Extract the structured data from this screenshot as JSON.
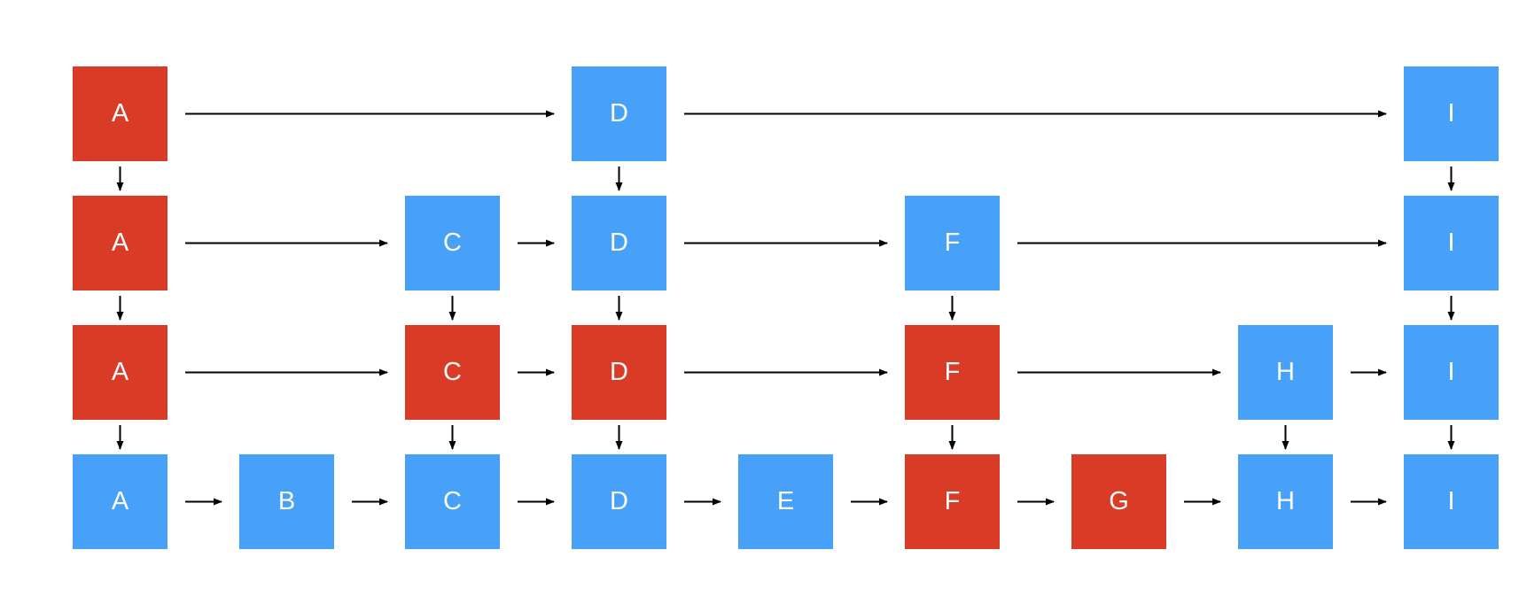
{
  "colors": {
    "red": "#DA3B26",
    "blue": "#47A1F8",
    "arrow": "#000000",
    "background": "#FFFFFF"
  },
  "levels": [
    {
      "nodes": [
        {
          "label": "A",
          "color": "red"
        },
        {
          "label": "D",
          "color": "blue"
        },
        {
          "label": "I",
          "color": "blue"
        }
      ]
    },
    {
      "nodes": [
        {
          "label": "A",
          "color": "red"
        },
        {
          "label": "C",
          "color": "blue"
        },
        {
          "label": "D",
          "color": "blue"
        },
        {
          "label": "F",
          "color": "blue"
        },
        {
          "label": "I",
          "color": "blue"
        }
      ]
    },
    {
      "nodes": [
        {
          "label": "A",
          "color": "red"
        },
        {
          "label": "C",
          "color": "red"
        },
        {
          "label": "D",
          "color": "red"
        },
        {
          "label": "F",
          "color": "red"
        },
        {
          "label": "H",
          "color": "blue"
        },
        {
          "label": "I",
          "color": "blue"
        }
      ]
    },
    {
      "nodes": [
        {
          "label": "A",
          "color": "blue"
        },
        {
          "label": "B",
          "color": "blue"
        },
        {
          "label": "C",
          "color": "blue"
        },
        {
          "label": "D",
          "color": "blue"
        },
        {
          "label": "E",
          "color": "blue"
        },
        {
          "label": "F",
          "color": "red"
        },
        {
          "label": "G",
          "color": "red"
        },
        {
          "label": "H",
          "color": "blue"
        },
        {
          "label": "I",
          "color": "blue"
        }
      ]
    }
  ]
}
